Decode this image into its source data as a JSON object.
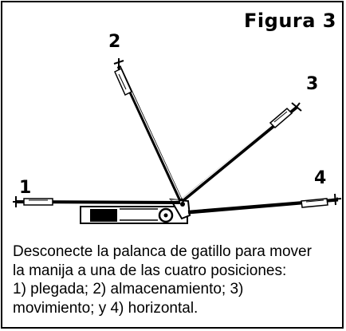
{
  "figure": {
    "title": "Figura 3",
    "position_labels": [
      "1",
      "2",
      "3",
      "4"
    ]
  },
  "caption": {
    "lines": [
      "Desconecte la palanca de gatillo para mover",
      "la manija a una de las cuatro posiciones:",
      "1) plegada; 2) almacenamiento; 3)",
      "movimiento; y 4) horizontal."
    ]
  },
  "colors": {
    "ink": "#000000",
    "background": "#ffffff"
  }
}
